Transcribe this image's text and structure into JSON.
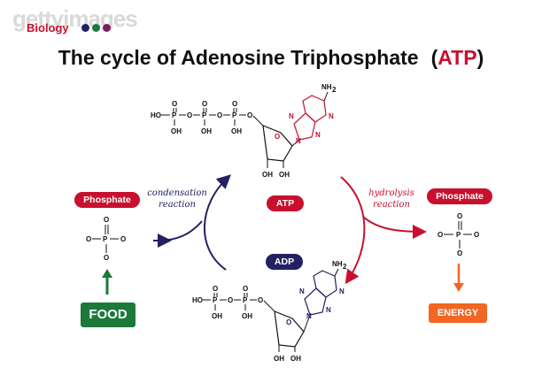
{
  "watermark": {
    "text": "gettyimages",
    "brand": "Biology"
  },
  "title": {
    "main": "The cycle of  Adenosine Triphosphate",
    "paren_open": "(",
    "abbr": "ATP",
    "paren_close": ")"
  },
  "left": {
    "phosphate_label": "Phosphate",
    "food_label": "FOOD"
  },
  "right": {
    "phosphate_label": "Phosphate",
    "energy_label": "ENERGY"
  },
  "reactions": {
    "condensation": [
      "condensation",
      "reaction"
    ],
    "hydrolysis": [
      "hydrolysis",
      "reaction"
    ]
  },
  "labels": {
    "atp": "ATP",
    "adp": "ADP"
  },
  "chem": {
    "O": "O",
    "P": "P",
    "OH": "OH",
    "HO": "HO",
    "NH2": "NH",
    "N": "N",
    "sub2": "2"
  },
  "colors": {
    "red": "#c8102e",
    "navy": "#232162",
    "green": "#1b7a3a",
    "orange": "#f26522",
    "dot_colors": [
      "#c8102e",
      "#232162",
      "#1b7a3a",
      "#7a1f5c"
    ]
  }
}
